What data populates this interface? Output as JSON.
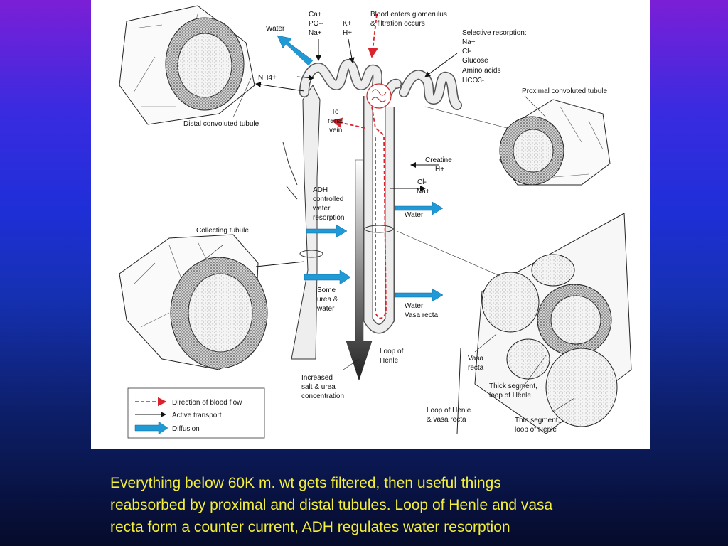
{
  "figure": {
    "labels": {
      "water_top": "Water",
      "ca": "Ca+",
      "po": "PO--",
      "na_top": "Na+",
      "k": "K+",
      "h_top": "H+",
      "blood_enters_1": "Blood enters glomerulus",
      "blood_enters_2": "& filtration occurs",
      "selective_1": "Selective resorption:",
      "sel_na": "Na+",
      "sel_cl": "Cl-",
      "sel_glucose": "Glucose",
      "sel_amino": "Amino acids",
      "sel_hco3": "HCO3-",
      "nh4": "NH4+",
      "distal": "Distal convoluted  tubule",
      "proximal": "Proximal convoluted tubule",
      "to_renal_1": "To",
      "to_renal_2": "renal",
      "to_renal_3": "vein",
      "creatine": "Creatine",
      "h_mid": "H+",
      "cl_mid": "Cl-",
      "na_mid": "Na+",
      "water_mid": "Water",
      "adh_1": "ADH",
      "adh_2": "controlled",
      "adh_3": "water",
      "adh_4": "resorption",
      "collecting": "Collecting tubule",
      "some_urea_1": "Some",
      "some_urea_2": "urea &",
      "some_urea_3": "water",
      "water_low": "Water",
      "vasa_recta_mid": "Vasa recta",
      "loop_1": "Loop of",
      "loop_2": "Henle",
      "increased_1": "Increased",
      "increased_2": "salt & urea",
      "increased_3": "concentration",
      "vasa_1": "Vasa",
      "vasa_2": "recta",
      "thick_1": "Thick segment,",
      "thick_2": "loop of Henle",
      "loop_vasa_1": "Loop of Henle",
      "loop_vasa_2": "& vasa recta",
      "thin_1": "Thin segment,",
      "thin_2": "loop of Henle"
    },
    "legend": [
      {
        "label": "Direction of blood flow",
        "style": "dashed-red-arrow"
      },
      {
        "label": "Active transport",
        "style": "black-arrow"
      },
      {
        "label": "Diffusion",
        "style": "blue-arrow"
      }
    ]
  },
  "caption": {
    "line1": "Everything below 60K m. wt gets filtered, then useful things",
    "line2": "reabsorbed by proximal and distal tubules.  Loop of Henle and vasa",
    "line3": "recta form a counter current, ADH regulates water resorption"
  },
  "colors": {
    "caption_text": "#f2ee3a",
    "blood_flow": "#d9232d",
    "diffusion": "#1f9ad6",
    "panel": "#ffffff"
  }
}
